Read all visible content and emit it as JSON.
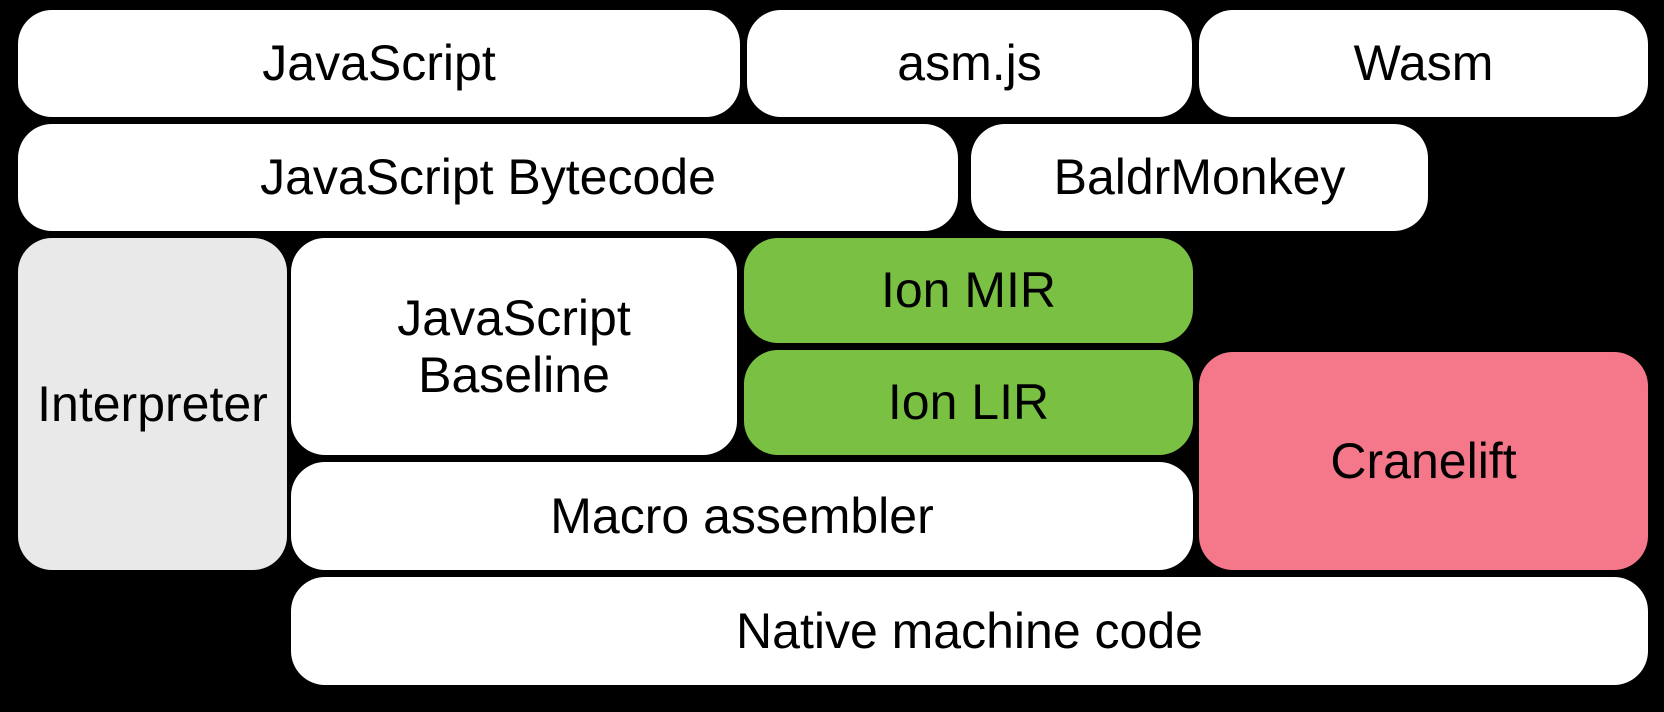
{
  "diagram": {
    "background_color": "#000000",
    "text_color": "#000000",
    "colors": {
      "source_box": "#ffffff",
      "interpreter_box": "#e9e9e9",
      "ion_box": "#7ac143",
      "cranelift_box": "#f4788a"
    },
    "boxes": {
      "javascript": {
        "label": "JavaScript",
        "color": "#ffffff"
      },
      "asmjs": {
        "label": "asm.js",
        "color": "#ffffff"
      },
      "wasm": {
        "label": "Wasm",
        "color": "#ffffff"
      },
      "bytecode": {
        "label": "JavaScript Bytecode",
        "color": "#ffffff"
      },
      "baldrmonkey": {
        "label": "BaldrMonkey",
        "color": "#ffffff"
      },
      "interpreter": {
        "label": "Interpreter",
        "color": "#e9e9e9"
      },
      "baseline": {
        "label": "JavaScript Baseline",
        "color": "#ffffff"
      },
      "ion_mir": {
        "label": "Ion MIR",
        "color": "#7ac143"
      },
      "ion_lir": {
        "label": "Ion LIR",
        "color": "#7ac143"
      },
      "cranelift": {
        "label": "Cranelift",
        "color": "#f4788a"
      },
      "macro": {
        "label": "Macro assembler",
        "color": "#ffffff"
      },
      "native": {
        "label": "Native machine code",
        "color": "#ffffff"
      }
    }
  }
}
